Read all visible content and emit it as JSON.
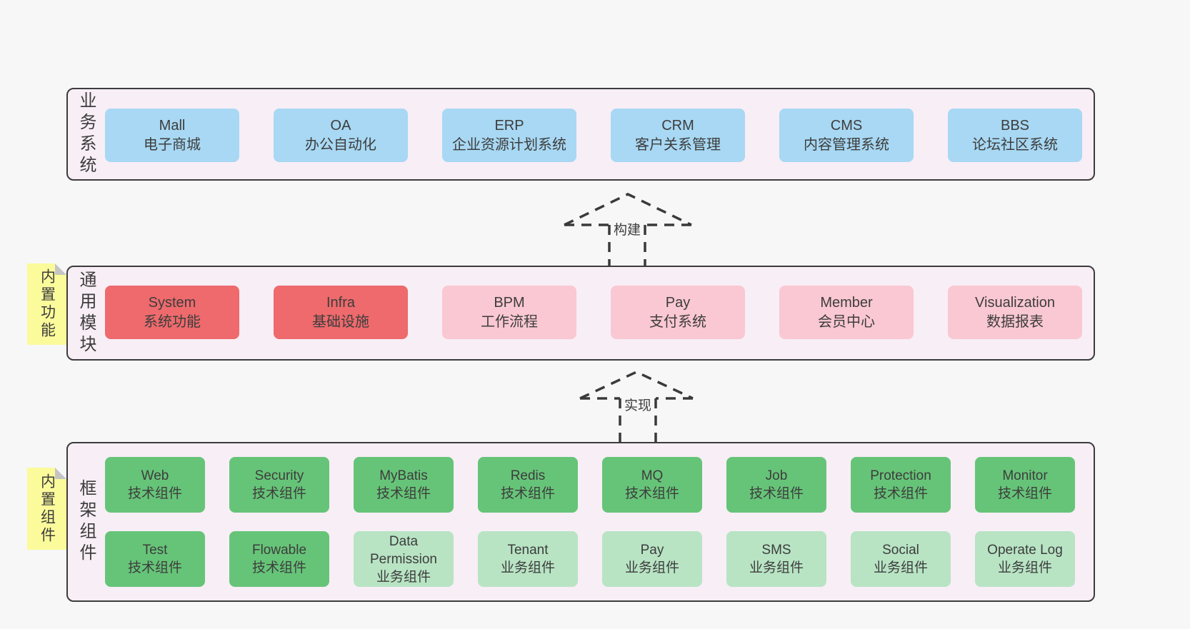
{
  "colors": {
    "page-bg": "#f7f7f7",
    "band-bg": "#f8eef6",
    "band-border": "#3c3c3c",
    "blue": "#a8d8f3",
    "red": "#ee6a6c",
    "pink": "#fac8d2",
    "green": "#66c478",
    "light-green": "#b8e4c4",
    "yellow": "#fbfb9b",
    "fold-gray": "#c4c4c4",
    "text": "#3d3d3d",
    "arrow": "#3a3a3a"
  },
  "bands": [
    {
      "label": "业务系统",
      "boxes": [
        {
          "title": "Mall",
          "subtitle": "电子商城"
        },
        {
          "title": "OA",
          "subtitle": "办公自动化"
        },
        {
          "title": "ERP",
          "subtitle": "企业资源计划系统"
        },
        {
          "title": "CRM",
          "subtitle": "客户关系管理"
        },
        {
          "title": "CMS",
          "subtitle": "内容管理系统"
        },
        {
          "title": "BBS",
          "subtitle": "论坛社区系统"
        }
      ]
    },
    {
      "label": "通用模块",
      "sticky": "内置功能",
      "boxes": [
        {
          "title": "System",
          "subtitle": "系统功能"
        },
        {
          "title": "Infra",
          "subtitle": "基础设施"
        },
        {
          "title": "BPM",
          "subtitle": "工作流程"
        },
        {
          "title": "Pay",
          "subtitle": "支付系统"
        },
        {
          "title": "Member",
          "subtitle": "会员中心"
        },
        {
          "title": "Visualization",
          "subtitle": "数据报表"
        }
      ]
    },
    {
      "label": "框架组件",
      "sticky": "内置组件",
      "rows": [
        [
          {
            "title": "Web",
            "subtitle": "技术组件"
          },
          {
            "title": "Security",
            "subtitle": "技术组件"
          },
          {
            "title": "MyBatis",
            "subtitle": "技术组件"
          },
          {
            "title": "Redis",
            "subtitle": "技术组件"
          },
          {
            "title": "MQ",
            "subtitle": "技术组件"
          },
          {
            "title": "Job",
            "subtitle": "技术组件"
          },
          {
            "title": "Protection",
            "subtitle": "技术组件"
          },
          {
            "title": "Monitor",
            "subtitle": "技术组件"
          }
        ],
        [
          {
            "title": "Test",
            "subtitle": "技术组件"
          },
          {
            "title": "Flowable",
            "subtitle": "技术组件"
          },
          {
            "title": "Data Permission",
            "subtitle": "业务组件"
          },
          {
            "title": "Tenant",
            "subtitle": "业务组件"
          },
          {
            "title": "Pay",
            "subtitle": "业务组件"
          },
          {
            "title": "SMS",
            "subtitle": "业务组件"
          },
          {
            "title": "Social",
            "subtitle": "业务组件"
          },
          {
            "title": "Operate Log",
            "subtitle": "业务组件"
          }
        ]
      ]
    }
  ],
  "arrows": [
    {
      "label": "构建"
    },
    {
      "label": "实现"
    }
  ]
}
